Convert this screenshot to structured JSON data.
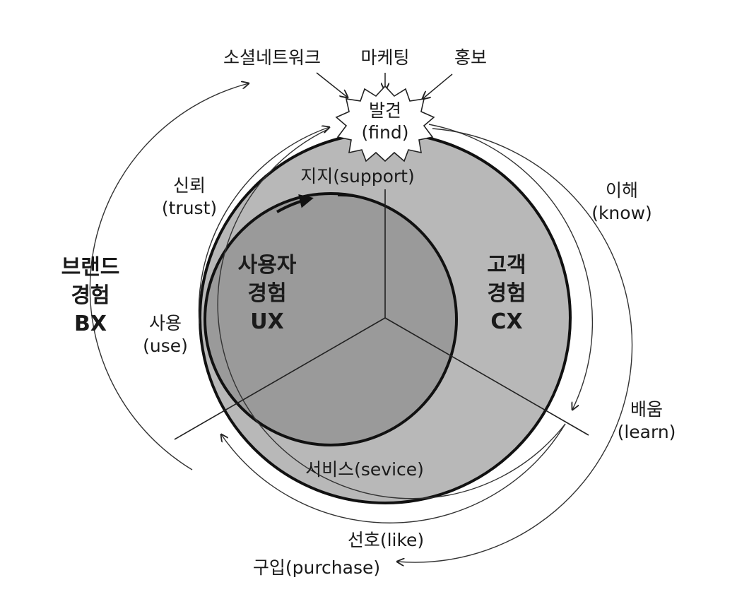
{
  "sources": {
    "social": "소셜네트워크",
    "marketing": "마케팅",
    "promotion": "홍보"
  },
  "discovery": {
    "ko": "발견",
    "en": "(find)"
  },
  "stages": {
    "trust": {
      "ko": "신뢰",
      "en": "(trust)"
    },
    "know": {
      "ko": "이해",
      "en": "(know)"
    },
    "use": {
      "ko": "사용",
      "en": "(use)"
    },
    "learn": {
      "ko": "배움",
      "en": "(learn)"
    },
    "like": "선호(like)",
    "purchase": "구입(purchase)"
  },
  "rings": {
    "support": "지지(support)",
    "service": "서비스(sevice)"
  },
  "domains": {
    "bx": {
      "line1": "브랜드",
      "line2": "경험",
      "line3": "BX"
    },
    "ux": {
      "line1": "사용자",
      "line2": "경험",
      "line3": "UX"
    },
    "cx": {
      "line1": "고객",
      "line2": "경험",
      "line3": "CX"
    }
  },
  "colors": {
    "outer_fill": "#b8b8b8",
    "inner_fill": "#9a9a9a",
    "line": "#111111"
  }
}
